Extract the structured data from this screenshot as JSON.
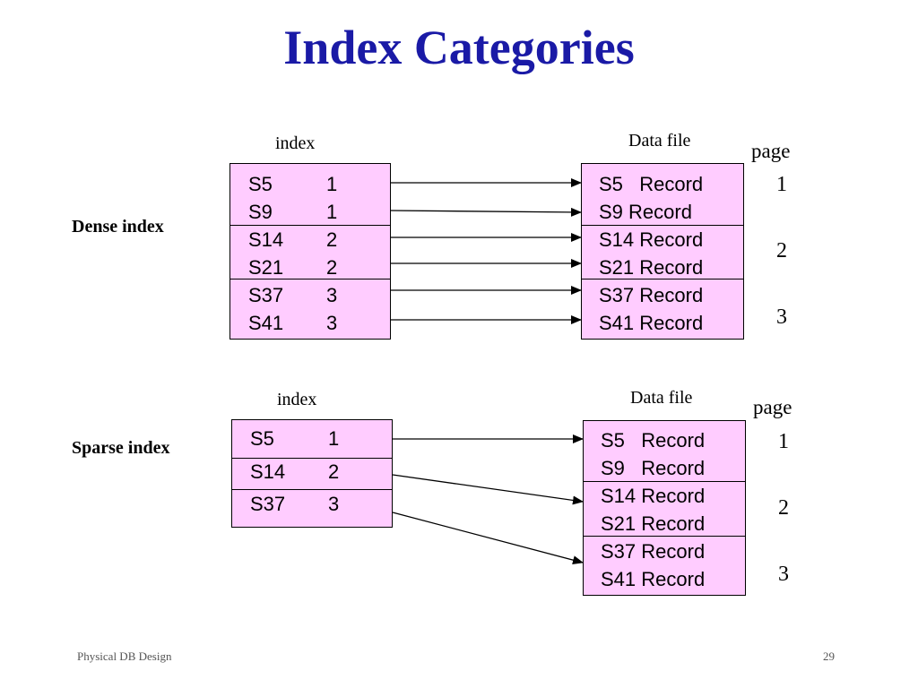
{
  "title": "Index Categories",
  "dense": {
    "label": "Dense index",
    "index_header": "index",
    "data_header": "Data file",
    "page_header": "page",
    "index_rows": [
      {
        "key": "S5",
        "page": "1"
      },
      {
        "key": "S9",
        "page": "1"
      },
      {
        "key": "S14",
        "page": "2"
      },
      {
        "key": "S21",
        "page": "2"
      },
      {
        "key": "S37",
        "page": "3"
      },
      {
        "key": "S41",
        "page": "3"
      }
    ],
    "data_rows": [
      "S5   Record",
      "S9 Record",
      "S14 Record",
      "S21 Record",
      "S37 Record",
      "S41 Record"
    ],
    "pages": [
      "1",
      "2",
      "3"
    ]
  },
  "sparse": {
    "label": "Sparse index",
    "index_header": "index",
    "data_header": "Data file",
    "page_header": "page",
    "index_rows": [
      {
        "key": "S5",
        "page": "1"
      },
      {
        "key": "S14",
        "page": "2"
      },
      {
        "key": "S37",
        "page": "3"
      }
    ],
    "data_rows": [
      "S5   Record",
      "S9   Record",
      "S14 Record",
      "S21 Record",
      "S37 Record",
      "S41 Record"
    ],
    "pages": [
      "1",
      "2",
      "3"
    ]
  },
  "footer": {
    "left": "Physical DB Design",
    "right": "29"
  }
}
